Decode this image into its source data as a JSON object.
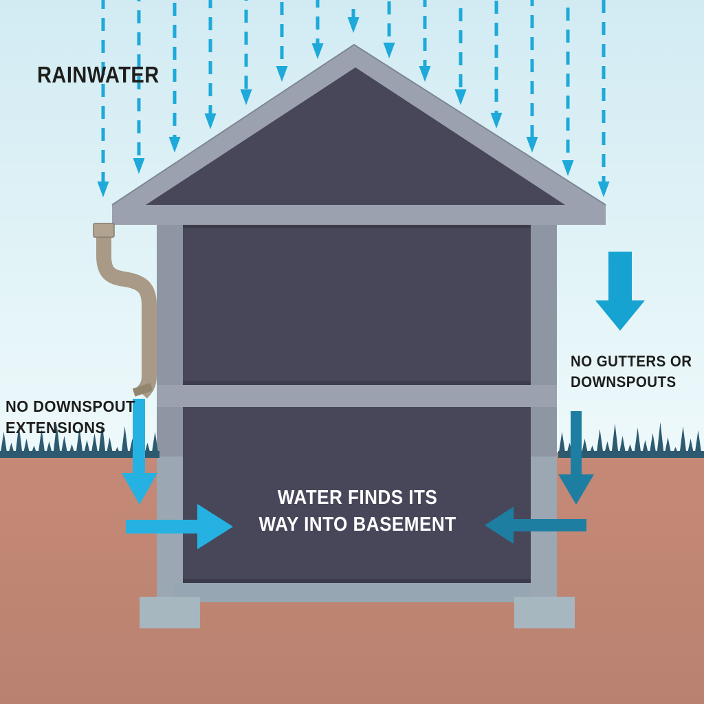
{
  "illustration": {
    "labels": {
      "rainwater": "RAINWATER",
      "no_downspout": [
        "NO DOWNSPOUT",
        "EXTENSIONS"
      ],
      "no_gutters": [
        "NO GUTTERS OR",
        "DOWNSPOUTS"
      ],
      "basement": [
        "WATER FINDS ITS",
        "WAY INTO BASEMENT"
      ]
    },
    "icons": {
      "rain": "dashed-down-arrow",
      "left_flow": "solid-down-and-right-arrows",
      "right_flow": "solid-down-and-left-arrows",
      "eave_runoff": "large-solid-down-arrow"
    },
    "rain": {
      "count": 15
    },
    "colors": {
      "sky_top": "#d2ebf3",
      "sky_mid": "#dff2f6",
      "sky_bottom": "#eef9fb",
      "ground_top": "#c68977",
      "ground_bottom": "#b98270",
      "grass": "#2d5a70",
      "rain_arrow": "#1da9d9",
      "bright_arrow": "#25b2e2",
      "deep_arrow": "#17a3d1",
      "dark_arrow": "#1e7ea1",
      "house_frame": "#8e95a3",
      "eave": "#9ba1ae",
      "house_interior": "#48475a",
      "foundation": "#a6b7bf",
      "slab": "#96a6b2",
      "downspout": "#a89a86",
      "downspout_collar": "#b2a390",
      "text_dark": "#1d1d1b",
      "text_light": "#ffffff"
    }
  }
}
